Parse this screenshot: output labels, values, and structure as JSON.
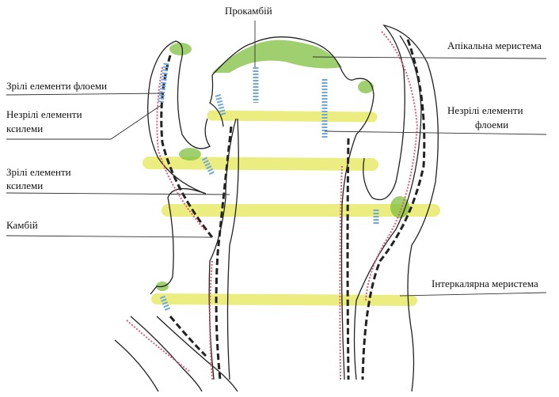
{
  "title": "Прокамбій",
  "labels": {
    "procambium": "Прокамбій",
    "apical_meristem": "Апікальна меристема",
    "mature_phloem": "Зрілі елементи флоеми",
    "immature_xylem_1": "Незрілі елементи",
    "immature_xylem_2": "ксилеми",
    "immature_phloem_1": "Незрілі елементи",
    "immature_phloem_2": "флоеми",
    "mature_xylem_1": "Зрілі елементи",
    "mature_xylem_2": "ксилеми",
    "cambium": "Камбій",
    "intercalary_meristem": "Інтеркалярна меристема"
  },
  "colors": {
    "meristem_green": "#7fbf3f",
    "band_yellow": "#e8ea6a",
    "phloem_pink": "#d9607a",
    "procambium_blue": "#6fa8d8",
    "outline": "#222222"
  }
}
